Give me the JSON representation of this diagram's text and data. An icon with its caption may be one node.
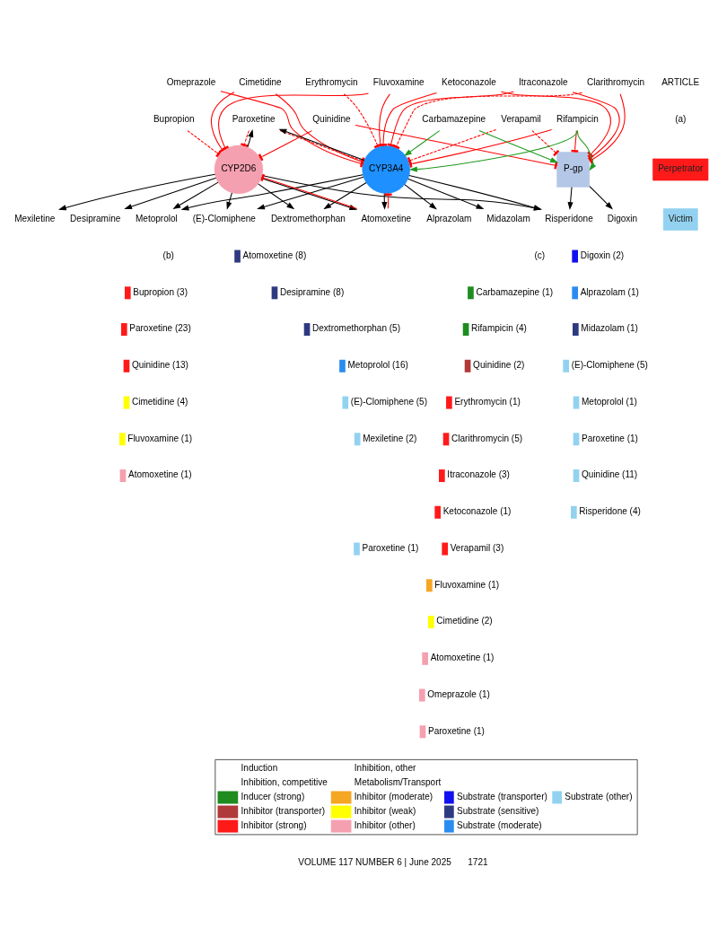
{
  "diagram": {
    "nodes": [
      {
        "text": [
          "Perpetrator"
        ]
      },
      {
        "text": [
          "Victim"
        ]
      },
      {
        "text": [
          "Cimetidine"
        ]
      },
      {
        "text": [
          "Erythromycin"
        ]
      },
      {
        "text": [
          "Clarithromycin"
        ]
      },
      {
        "text": [
          "Omeprazole"
        ]
      },
      {
        "text": [
          "Ketoconazole"
        ]
      },
      {
        "text": [
          "Fluvoxamine"
        ]
      },
      {
        "text": [
          "Itraconazole"
        ]
      },
      {
        "text": [
          "Quinidine"
        ]
      },
      {
        "text": [
          "Verapamil"
        ]
      },
      {
        "text": [
          "Bupropion"
        ]
      },
      {
        "text": [
          "Rifampicin"
        ]
      },
      {
        "text": [
          "Paroxetine"
        ]
      },
      {
        "text": [
          "Carbamazepine"
        ]
      },
      {
        "text": [
          "CYP2D6"
        ]
      },
      {
        "text": [
          "P-gp"
        ]
      },
      {
        "text": [
          "CYP3A4"
        ]
      },
      {
        "text": [
          "Atomoxetine"
        ]
      },
      {
        "text": [
          "Midazolam"
        ]
      },
      {
        "text": [
          "Mexiletine"
        ]
      },
      {
        "text": [
          "Alprazolam"
        ]
      },
      {
        "text": [
          "Desipramine"
        ]
      },
      {
        "text": [
          "Digoxin"
        ]
      },
      {
        "text": [
          "Metoprolol"
        ]
      },
      {
        "text": [
          "(E)-Clomiphene"
        ]
      },
      {
        "text": [
          "Dextromethorphan"
        ]
      },
      {
        "text": [
          "Risperidone"
        ]
      },
      {
        "text": [
          "Bupropion (3)"
        ]
      },
      {
        "text": [
          "Atomoxetine (8)"
        ]
      },
      {
        "text": [
          "Desipramine (8)"
        ]
      },
      {
        "text": [
          "Paroxetine (23)"
        ]
      },
      {
        "text": [
          "Dextromethorphan (5)"
        ]
      },
      {
        "text": [
          "Metoprolol (16)"
        ]
      },
      {
        "text": [
          "Quinidine (13)"
        ]
      },
      {
        "text": [
          "Cimetidine (4)"
        ]
      },
      {
        "text": [
          "(E)-Clomiphene (5)"
        ]
      },
      {
        "text": [
          "Fluvoxamine (1)"
        ]
      },
      {
        "text": [
          "Mexiletine (2)"
        ]
      },
      {
        "text": [
          "Atomoxetine (1)"
        ]
      },
      {
        "text": [
          "Paroxetine (1)"
        ]
      },
      {
        "text": [
          "Carbamazepine (1)"
        ]
      },
      {
        "text": [
          "Digoxin (2)"
        ]
      },
      {
        "text": [
          "Rifampicin (4)"
        ]
      },
      {
        "text": [
          "Alprazolam (1)"
        ]
      },
      {
        "text": [
          "Midazolam (1)"
        ]
      },
      {
        "text": [
          "Quinidine (2)"
        ]
      },
      {
        "text": [
          "Erythromycin (1)"
        ]
      },
      {
        "text": [
          "(E)-Clomiphene (5)"
        ]
      },
      {
        "text": [
          "Clarithromycin (5)"
        ]
      },
      {
        "text": [
          "Metoprolol (1)"
        ]
      },
      {
        "text": [
          "Paroxetine (1)"
        ]
      },
      {
        "text": [
          "Itraconazole (3)"
        ]
      },
      {
        "text": [
          "Ketoconazole (1)"
        ]
      },
      {
        "text": [
          "Verapamil (3)"
        ]
      },
      {
        "text": [
          "Quinidine (11)"
        ]
      },
      {
        "text": [
          "Fluvoxamine (1)"
        ]
      },
      {
        "text": [
          "Cimetidine (2)"
        ]
      },
      {
        "text": [
          "Atomoxetine (1)"
        ]
      },
      {
        "text": [
          "Risperidone (4)"
        ]
      },
      {
        "text": [
          "Omeprazole (1)"
        ]
      },
      {
        "text": [
          "Paroxetine (1)"
        ]
      }
    ],
    "edges": [
      {
        "from": 2,
        "to": 15,
        "arrow": "other"
      },
      {
        "from": 2,
        "to": 17,
        "arrow": "other"
      },
      {
        "from": 3,
        "to": 17,
        "arrow": "other",
        "style": "dashed"
      },
      {
        "from": 4,
        "to": 16,
        "arrow": "other"
      },
      {
        "from": 4,
        "to": 17,
        "arrow": "other",
        "style": "dashed"
      },
      {
        "from": 5,
        "to": 17,
        "arrow": "other"
      },
      {
        "from": 6,
        "to": 17,
        "arrow": "other"
      },
      {
        "from": 6,
        "to": 16,
        "arrow": "other"
      },
      {
        "from": 7,
        "to": 15,
        "arrow": "other"
      },
      {
        "from": 7,
        "to": 17,
        "arrow": "other"
      },
      {
        "from": 8,
        "to": 17,
        "arrow": "other"
      },
      {
        "from": 8,
        "to": 16,
        "arrow": "other"
      },
      {
        "from": 9,
        "to": 15,
        "arrow": "other"
      },
      {
        "from": 9,
        "to": 16,
        "arrow": "other"
      },
      {
        "from": 10,
        "to": 17,
        "arrow": "other",
        "style": "dashed"
      },
      {
        "from": 10,
        "to": 16,
        "arrow": "other",
        "style": "dashed"
      },
      {
        "from": 11,
        "to": 15,
        "arrow": "other",
        "style": "dashed"
      },
      {
        "from": 12,
        "to": 16,
        "arrow": "other"
      },
      {
        "from": 12,
        "to": 17,
        "arrow": "other"
      },
      {
        "from": 13,
        "to": 15,
        "arrow": "other",
        "style": "dashed"
      },
      {
        "from": 13,
        "to": 17,
        "arrow": "other",
        "style": "dashed"
      },
      {
        "from": 18,
        "to": 15,
        "arrow": "other"
      },
      {
        "from": 18,
        "to": 17,
        "arrow": "other"
      },
      {
        "from": 12,
        "to": 17,
        "arrow": "to",
        "color": "#1e9a1e"
      },
      {
        "from": 12,
        "to": 16,
        "arrow": "to",
        "color": "#1e9a1e"
      },
      {
        "from": 14,
        "to": 17,
        "arrow": "to",
        "color": "#1e9a1e"
      },
      {
        "from": 14,
        "to": 16,
        "arrow": "to",
        "color": "#1e9a1e"
      },
      {
        "from": 15,
        "to": 13,
        "arrow": "to",
        "color": "#000000"
      },
      {
        "from": 15,
        "to": 18,
        "arrow": "to",
        "color": "#000000"
      },
      {
        "from": 15,
        "to": 20,
        "arrow": "to",
        "color": "#000000"
      },
      {
        "from": 15,
        "to": 22,
        "arrow": "to",
        "color": "#000000"
      },
      {
        "from": 15,
        "to": 24,
        "arrow": "to",
        "color": "#000000"
      },
      {
        "from": 15,
        "to": 25,
        "arrow": "to",
        "color": "#000000"
      },
      {
        "from": 15,
        "to": 26,
        "arrow": "to",
        "color": "#000000"
      },
      {
        "from": 15,
        "to": 27,
        "arrow": "to",
        "color": "#000000"
      },
      {
        "from": 17,
        "to": 19,
        "arrow": "to",
        "color": "#000000"
      },
      {
        "from": 17,
        "to": 21,
        "arrow": "to",
        "color": "#000000"
      },
      {
        "from": 17,
        "to": 27,
        "arrow": "to",
        "color": "#000000"
      },
      {
        "from": 17,
        "to": 26,
        "arrow": "to",
        "color": "#000000"
      },
      {
        "from": 17,
        "to": 25,
        "arrow": "to",
        "color": "#000000"
      },
      {
        "from": 17,
        "to": 24,
        "arrow": "to",
        "color": "#000000"
      },
      {
        "from": 17,
        "to": 13,
        "arrow": "to",
        "color": "#000000"
      },
      {
        "from": 17,
        "to": 18,
        "arrow": "to",
        "color": "#000000"
      },
      {
        "from": 16,
        "to": 23,
        "arrow": "to",
        "color": "#000000"
      },
      {
        "from": 16,
        "to": 27,
        "arrow": "to",
        "color": "#000000"
      }
    ],
    "labels": [
      "ARTICLE",
      "(a)",
      "(b)",
      "(c)",
      "VOLUME 117 NUMBER 6 | June 2025",
      "1721"
    ],
    "legend": [
      {
        "text": "Induction"
      },
      {
        "text": "Inhibition, other"
      },
      {
        "text": "Inhibition, competitive"
      },
      {
        "text": "Metabolism/Transport"
      },
      {
        "text": "Inducer (strong)",
        "color": "#1e8c1e"
      },
      {
        "text": "Inhibitor (moderate)",
        "color": "#f5a623"
      },
      {
        "text": "Substrate (transporter)",
        "color": "#1010f0"
      },
      {
        "text": "Substrate (other)",
        "color": "#92d2f0"
      },
      {
        "text": "Inhibitor (transporter)",
        "color": "#b03a3a"
      },
      {
        "text": "Inhibitor (weak)",
        "color": "#ffff00"
      },
      {
        "text": "Substrate (sensitive)",
        "color": "#2e3a80"
      },
      {
        "text": "Inhibitor (strong)",
        "color": "#ff1a1a"
      },
      {
        "text": "Inhibitor (other)",
        "color": "#f4a0b0"
      },
      {
        "text": "Substrate (moderate)",
        "color": "#2a8cf0"
      }
    ]
  }
}
